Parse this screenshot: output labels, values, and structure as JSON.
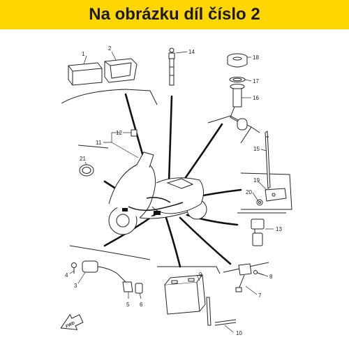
{
  "header": {
    "title": "Na obrázku díl číslo 2"
  },
  "parts": {
    "p1": "1",
    "p2": "2",
    "p3": "3",
    "p4": "4",
    "p5": "5",
    "p6": "6",
    "p7": "7",
    "p8": "8",
    "p9": "9",
    "p10": "10",
    "p11": "11",
    "p12": "12",
    "p13": "13",
    "p14": "14",
    "p15": "15",
    "p16": "16",
    "p17": "17",
    "p18": "18",
    "p19": "19",
    "p20": "20",
    "p21": "21"
  },
  "direction_label": "FWD",
  "colors": {
    "banner": "#ffd600",
    "ink": "#222222"
  }
}
